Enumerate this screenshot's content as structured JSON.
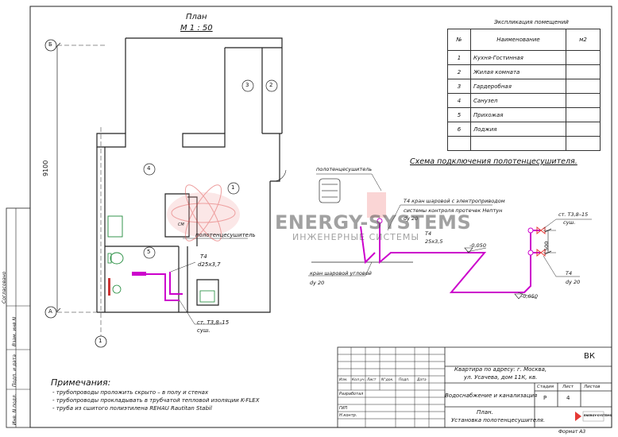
{
  "plan": {
    "title": "План",
    "scale": "М 1 : 50",
    "dimension": "9100",
    "axis_labels": [
      "Б",
      "А",
      "1"
    ],
    "rooms": [
      "1",
      "2",
      "3",
      "4",
      "5"
    ],
    "labels": {
      "towel_dryer": "полотенцесушитель",
      "t4": "Т4",
      "d25": "d25х3,7",
      "pipe_note_1": "ст. Т3,8–15",
      "pipe_note_2": "суш.",
      "sm": "СМ"
    }
  },
  "explication": {
    "title": "Экспликация помещений",
    "headers": [
      "№",
      "Наименование",
      "м2"
    ],
    "rows": [
      [
        "1",
        "Кухня-Гостинная",
        ""
      ],
      [
        "2",
        "Жилая комната",
        ""
      ],
      [
        "3",
        "Гардеробная",
        ""
      ],
      [
        "4",
        "Санузел",
        ""
      ],
      [
        "5",
        "Прихожая",
        ""
      ],
      [
        "6",
        "Лоджия",
        ""
      ]
    ]
  },
  "scheme": {
    "title": "Схема подключения полотенцесушителя.",
    "towel_label": "полотенцесушитель",
    "valve_note_1": "Т4 кран шаровой с электроприводом",
    "valve_note_2": "системы контроля протечек Нептун",
    "valve_note_3": "dу 20",
    "t4_pipe": "Т4",
    "t4_size": "25х3,5",
    "elev_1": "-0,050",
    "elev_2": "-0,050",
    "ball_valve_1": "кран шаровой угловой",
    "ball_valve_2": "dу 20",
    "st_note_1": "ст. Т3,8–15",
    "st_note_2": "суш.",
    "dim_500": "500",
    "t4_right": "Т4",
    "du20_right": "dу 20"
  },
  "watermark": {
    "brand": "ENERGY-SYSTEMS",
    "tagline": "ИНЖЕНЕРНЫЕ СИСТЕМЫ"
  },
  "notes": {
    "title": "Примечания:",
    "items": [
      "- трубопроводы проложить скрыто – в полу и стенах",
      "- трубопроводы прокладывать в трубчатой тепловой изоляции K-FLEX",
      "- труба из сшитого полиэтилена REHAU Rautitan Stabil"
    ]
  },
  "side_stamp": [
    "Согласовано",
    "Взам. инв.N",
    "Подп. и дата",
    "Инв. N подл."
  ],
  "title_block": {
    "code": "ВК",
    "address_1": "Квартира по адресу:  г. Москва,",
    "address_2": "ул. Усачева, дом 11К, кв.",
    "section": "Водоснабжение и канализация",
    "sheet_title_1": "План.",
    "sheet_title_2": "Установка полотенцесушителя.",
    "stage_label": "Стадия",
    "sheet_label": "Лист",
    "sheets_label": "Листов",
    "stage": "Р",
    "sheet": "4",
    "col_headers": [
      "Изм.",
      "Кол.уч.",
      "Лист",
      "N°док.",
      "Подп.",
      "Дата"
    ],
    "roles": [
      "Разработал",
      "ГИП",
      "Н.контр."
    ],
    "format": "Формат   А3",
    "logo": "ENERGY-SYSTEMS"
  },
  "colors": {
    "line": "#222222",
    "pipe": "#cc00cc",
    "watermark": "#555555",
    "accent": "#e53935",
    "green": "#1f8a3a"
  }
}
